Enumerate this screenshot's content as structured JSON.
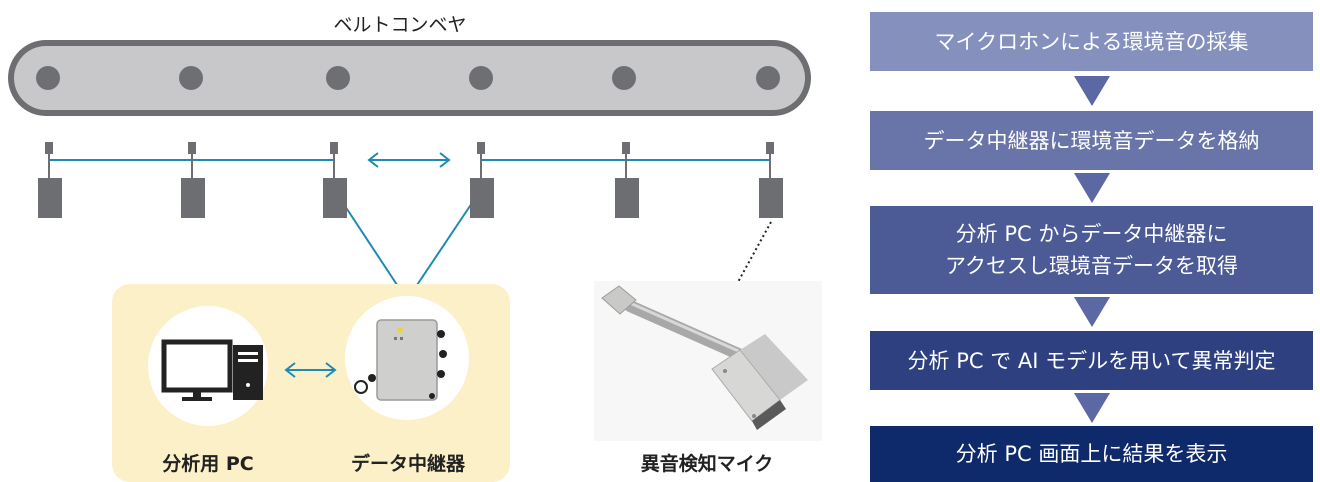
{
  "conveyor": {
    "title": "ベルトコンベヤ"
  },
  "labels": {
    "analysis_pc": "分析用 PC",
    "data_relay": "データ中継器",
    "mic": "異音検知マイク"
  },
  "flow": {
    "steps": [
      {
        "lines": [
          "マイクロホンによる環境音の採集"
        ],
        "color": "#8590bd"
      },
      {
        "lines": [
          "データ中継器に環境音データを格納"
        ],
        "color": "#6975a9"
      },
      {
        "lines": [
          "分析 PC からデータ中継器に",
          "アクセスし環境音データを取得"
        ],
        "color": "#4c5a95"
      },
      {
        "lines": [
          "分析 PC で AI モデルを用いて異常判定"
        ],
        "color": "#2f4081"
      },
      {
        "lines": [
          "分析 PC 画面上に結果を表示"
        ],
        "color": "#0f2a6b"
      }
    ],
    "arrow_color": "#5c68a3"
  },
  "colors": {
    "belt_outer": "#6d6e71",
    "belt_inner": "#c8c8ca",
    "roller": "#6e6f72",
    "mic_body": "#6d6e71",
    "network_line": "#1f8ab5",
    "panel_bg": "#fbf0c8",
    "circle_bg": "#ffffff"
  }
}
